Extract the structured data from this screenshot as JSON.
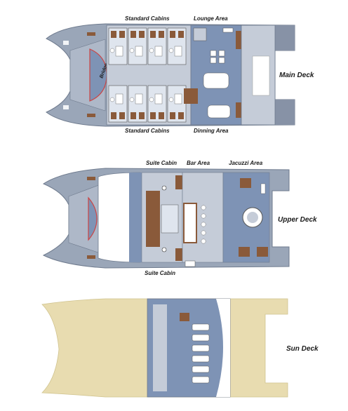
{
  "main_deck": {
    "title": "Main Deck",
    "label_standard_cabins_top": "Standard Cabins",
    "label_lounge_area": "Lounge Area",
    "label_bridge": "Bridge",
    "label_standard_cabins_bottom": "Standard Cabins",
    "label_dining_area": "Dinning Area"
  },
  "upper_deck": {
    "title": "Upper Deck",
    "label_suite_cabin_top": "Suite Cabin",
    "label_bar_area": "Bar Area",
    "label_jacuzzi_area": "Jacuzzi Area",
    "label_suite_cabin_bottom": "Suite Cabin"
  },
  "sun_deck": {
    "title": "Sun Deck"
  },
  "colors": {
    "hull": "#9aa6b8",
    "hull_dark": "#7b879a",
    "floor": "#c5ccd8",
    "blue_floor": "#7e93b5",
    "wood": "#8a5a3a",
    "sun_deck": "#e8dcb0",
    "cabin_bath": "#dfe5ee"
  }
}
